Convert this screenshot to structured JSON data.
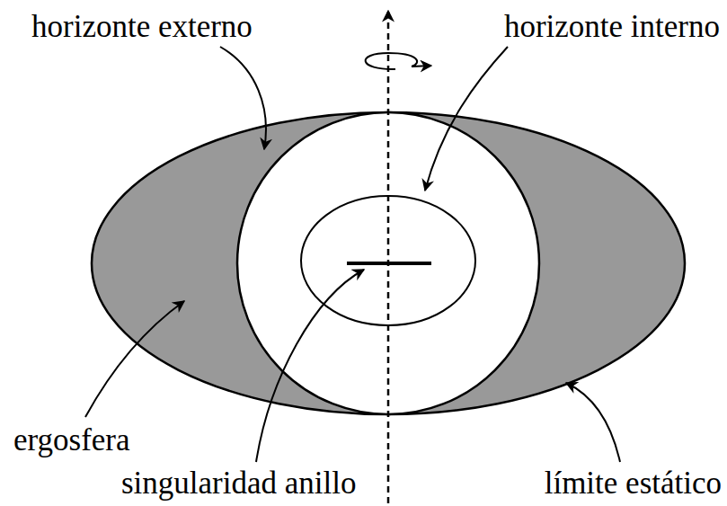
{
  "diagram": {
    "labels": [
      "horizonte externo",
      "horizonte interno",
      "ergosfera",
      "singularidad anillo",
      "límite estático"
    ]
  }
}
